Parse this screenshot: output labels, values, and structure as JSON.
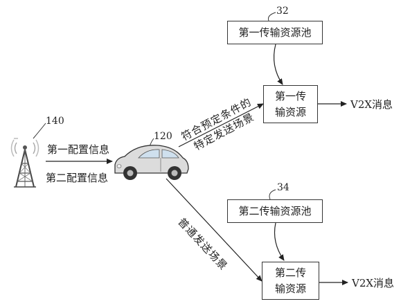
{
  "labels": {
    "ref_pool1": "32",
    "ref_pool2": "34",
    "ref_tower": "140",
    "ref_car": "120",
    "pool1": "第一传输资源池",
    "pool2": "第二传输资源池",
    "res1_line1": "第一传",
    "res1_line2": "输资源",
    "res2_line1": "第二传",
    "res2_line2": "输资源",
    "msg1": "V2X消息",
    "msg2": "V2X消息",
    "cfg1": "第一配置信息",
    "cfg2": "第二配置信息",
    "scene_special_line1": "符合预定条件的",
    "scene_special_line2": "特定发送场景",
    "scene_normal": "普通发送场景"
  }
}
